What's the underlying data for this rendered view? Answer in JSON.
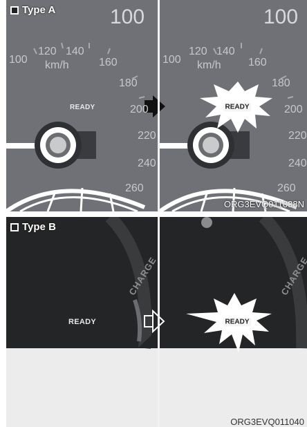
{
  "panel_a": {
    "label": "Type A",
    "code": "ORG3EVQ011038N",
    "ready": "READY",
    "unit": "km/h",
    "speeds_left": [
      "100",
      "120",
      "140",
      "160",
      "180",
      "200",
      "220",
      "240",
      "260"
    ],
    "speeds_right": [
      "100",
      "120",
      "140",
      "160",
      "180",
      "200",
      "220",
      "240",
      "260"
    ]
  },
  "panel_b": {
    "label": "Type B",
    "code": "ORG3EVQ011040",
    "ready": "READY",
    "charge": "CHARGE"
  },
  "colors": {
    "gauge_bg": "#6f7176",
    "dark_bg": "#242526",
    "light_bg": "#ececec",
    "highlight": "#ffffff"
  },
  "icons": [
    "arrow-right-icon",
    "starburst-icon",
    "gauge-needle-icon"
  ]
}
